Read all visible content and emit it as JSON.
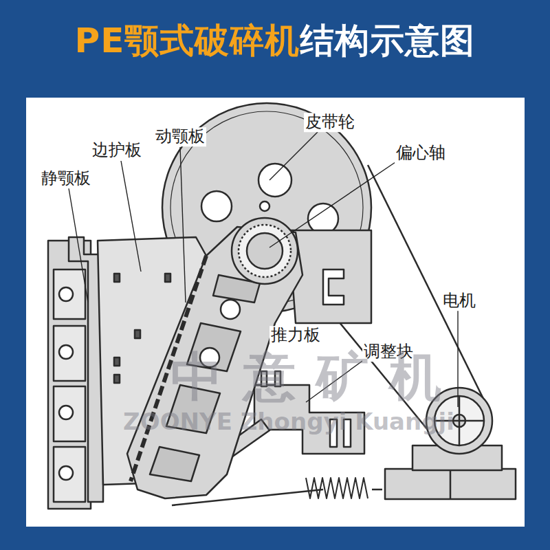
{
  "diagram": {
    "title": "PE颚式破碎机结构示意图",
    "labels": [
      "静颚板",
      "边护板",
      "动颚板",
      "皮带轮",
      "偏心轴",
      "推力板",
      "调整块",
      "电机",
      "中意矿机",
      "ZOONYE Zhongyi Kuangji"
    ]
  }
}
